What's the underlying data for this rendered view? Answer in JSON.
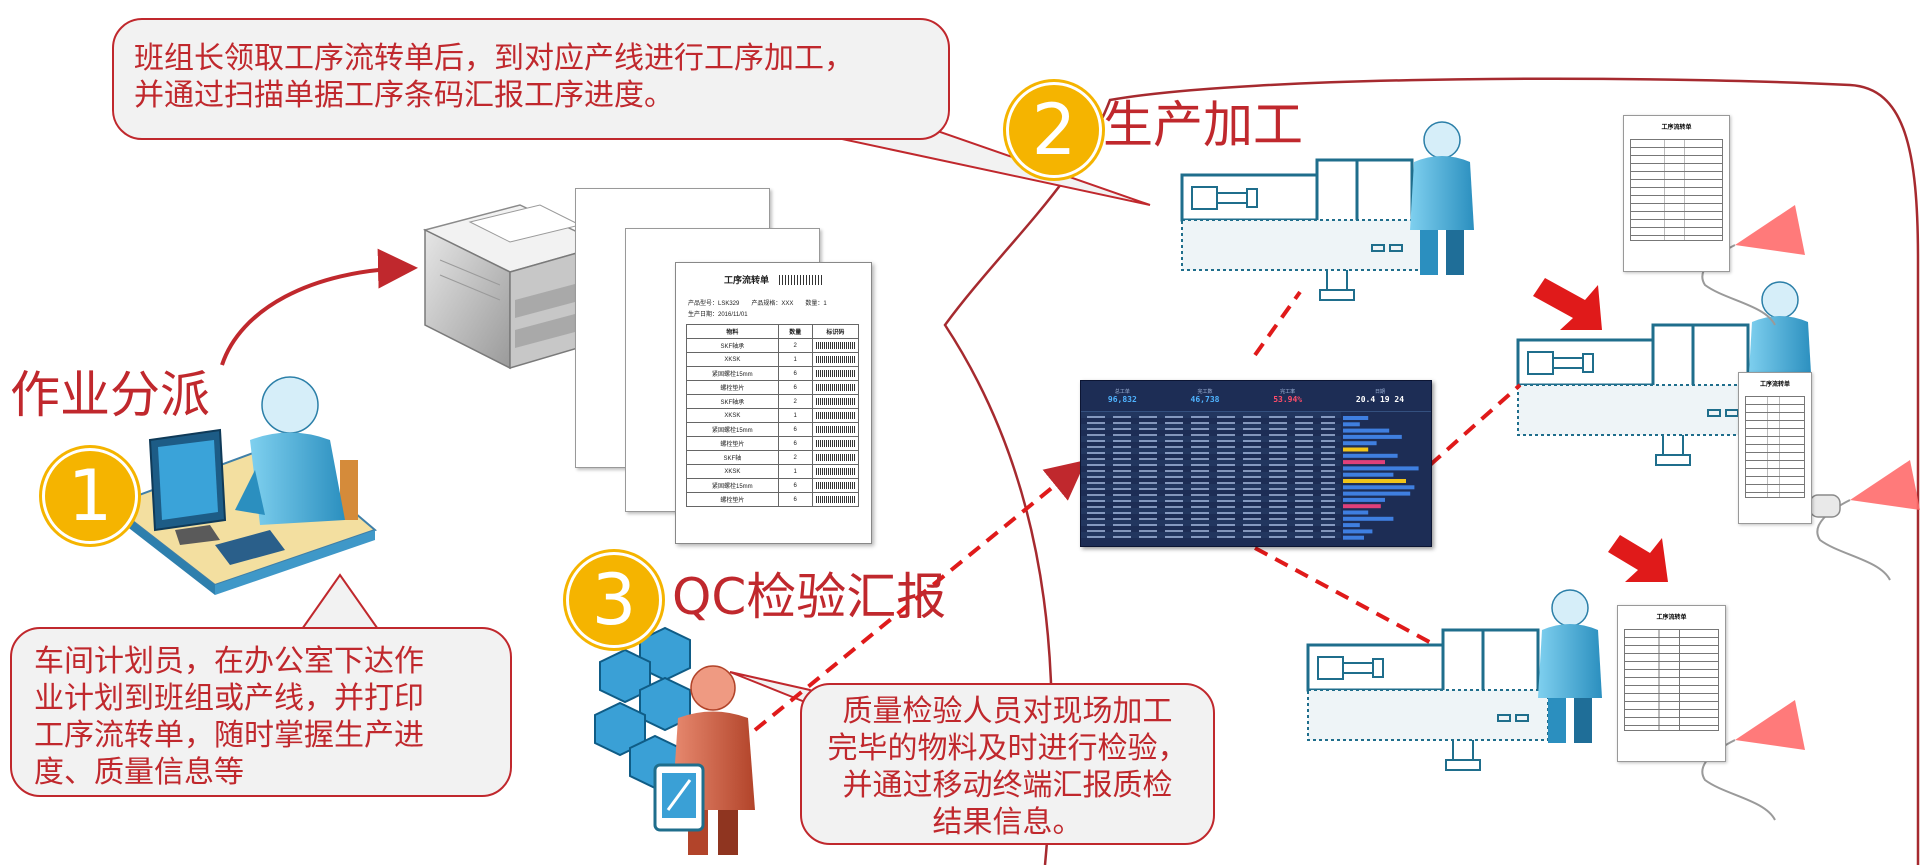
{
  "colors": {
    "accent": "#c0282d",
    "badge": "#f5b400",
    "machine": "#1f6e8c",
    "dashboard": "#1d2d55"
  },
  "steps": [
    {
      "number": "1",
      "title": "作业分派"
    },
    {
      "number": "2",
      "title": "生产加工"
    },
    {
      "number": "3",
      "title": "QC检验汇报"
    }
  ],
  "callouts": {
    "top": {
      "lines": [
        "班组长领取工序流转单后，到对应产线进行工序加工，",
        "并通过扫描单据工序条码汇报工序进度。"
      ]
    },
    "bottom_left": {
      "lines": [
        "车间计划员，在办公室下达作",
        "业计划到班组或产线，并打印",
        "工序流转单，随时掌握生产进",
        "度、质量信息等"
      ]
    },
    "bottom_mid": {
      "lines": [
        "质量检验人员对现场加工",
        "完毕的物料及时进行检验，",
        "并通过移动终端汇报质检",
        "结果信息。"
      ]
    }
  },
  "form": {
    "title": "工序流转单",
    "product_model": "产品型号：LSK329",
    "product_spec": "产品规格：XXX",
    "quantity": "数量：1",
    "production_date": "生产日期：2016/11/01",
    "headers": [
      "物料",
      "数量",
      "标识码"
    ],
    "rows": [
      [
        "SKF轴承",
        "2"
      ],
      [
        "XKSK",
        "1"
      ],
      [
        "紧固螺栓15mm",
        "6"
      ],
      [
        "螺栓垫片",
        "6"
      ],
      [
        "SKF轴承",
        "2"
      ],
      [
        "XKSK",
        "1"
      ],
      [
        "紧固螺栓15mm",
        "6"
      ],
      [
        "螺栓垫片",
        "6"
      ],
      [
        "SKF轴",
        "2"
      ],
      [
        "XKSK",
        "1"
      ],
      [
        "紧固螺栓15mm",
        "6"
      ],
      [
        "螺栓垫片",
        "6"
      ]
    ]
  },
  "dashboard": {
    "kpis": [
      {
        "label": "总工单",
        "value": "96,832",
        "color": "#4fb3ff"
      },
      {
        "label": "完工数",
        "value": "46,738",
        "color": "#4fb3ff"
      },
      {
        "label": "完工率",
        "value": "53.94%",
        "color": "#ff4d6a"
      },
      {
        "label": "日期",
        "value": "20.4 19 24",
        "color": "#ffffff"
      }
    ],
    "bar_values": [
      0.3,
      0.2,
      0.55,
      0.7,
      0.4,
      0.3,
      0.65,
      0.5,
      0.9,
      0.6,
      0.75,
      0.85,
      0.8,
      0.5,
      0.45,
      0.3,
      0.6,
      0.2,
      0.35,
      0.25
    ]
  }
}
